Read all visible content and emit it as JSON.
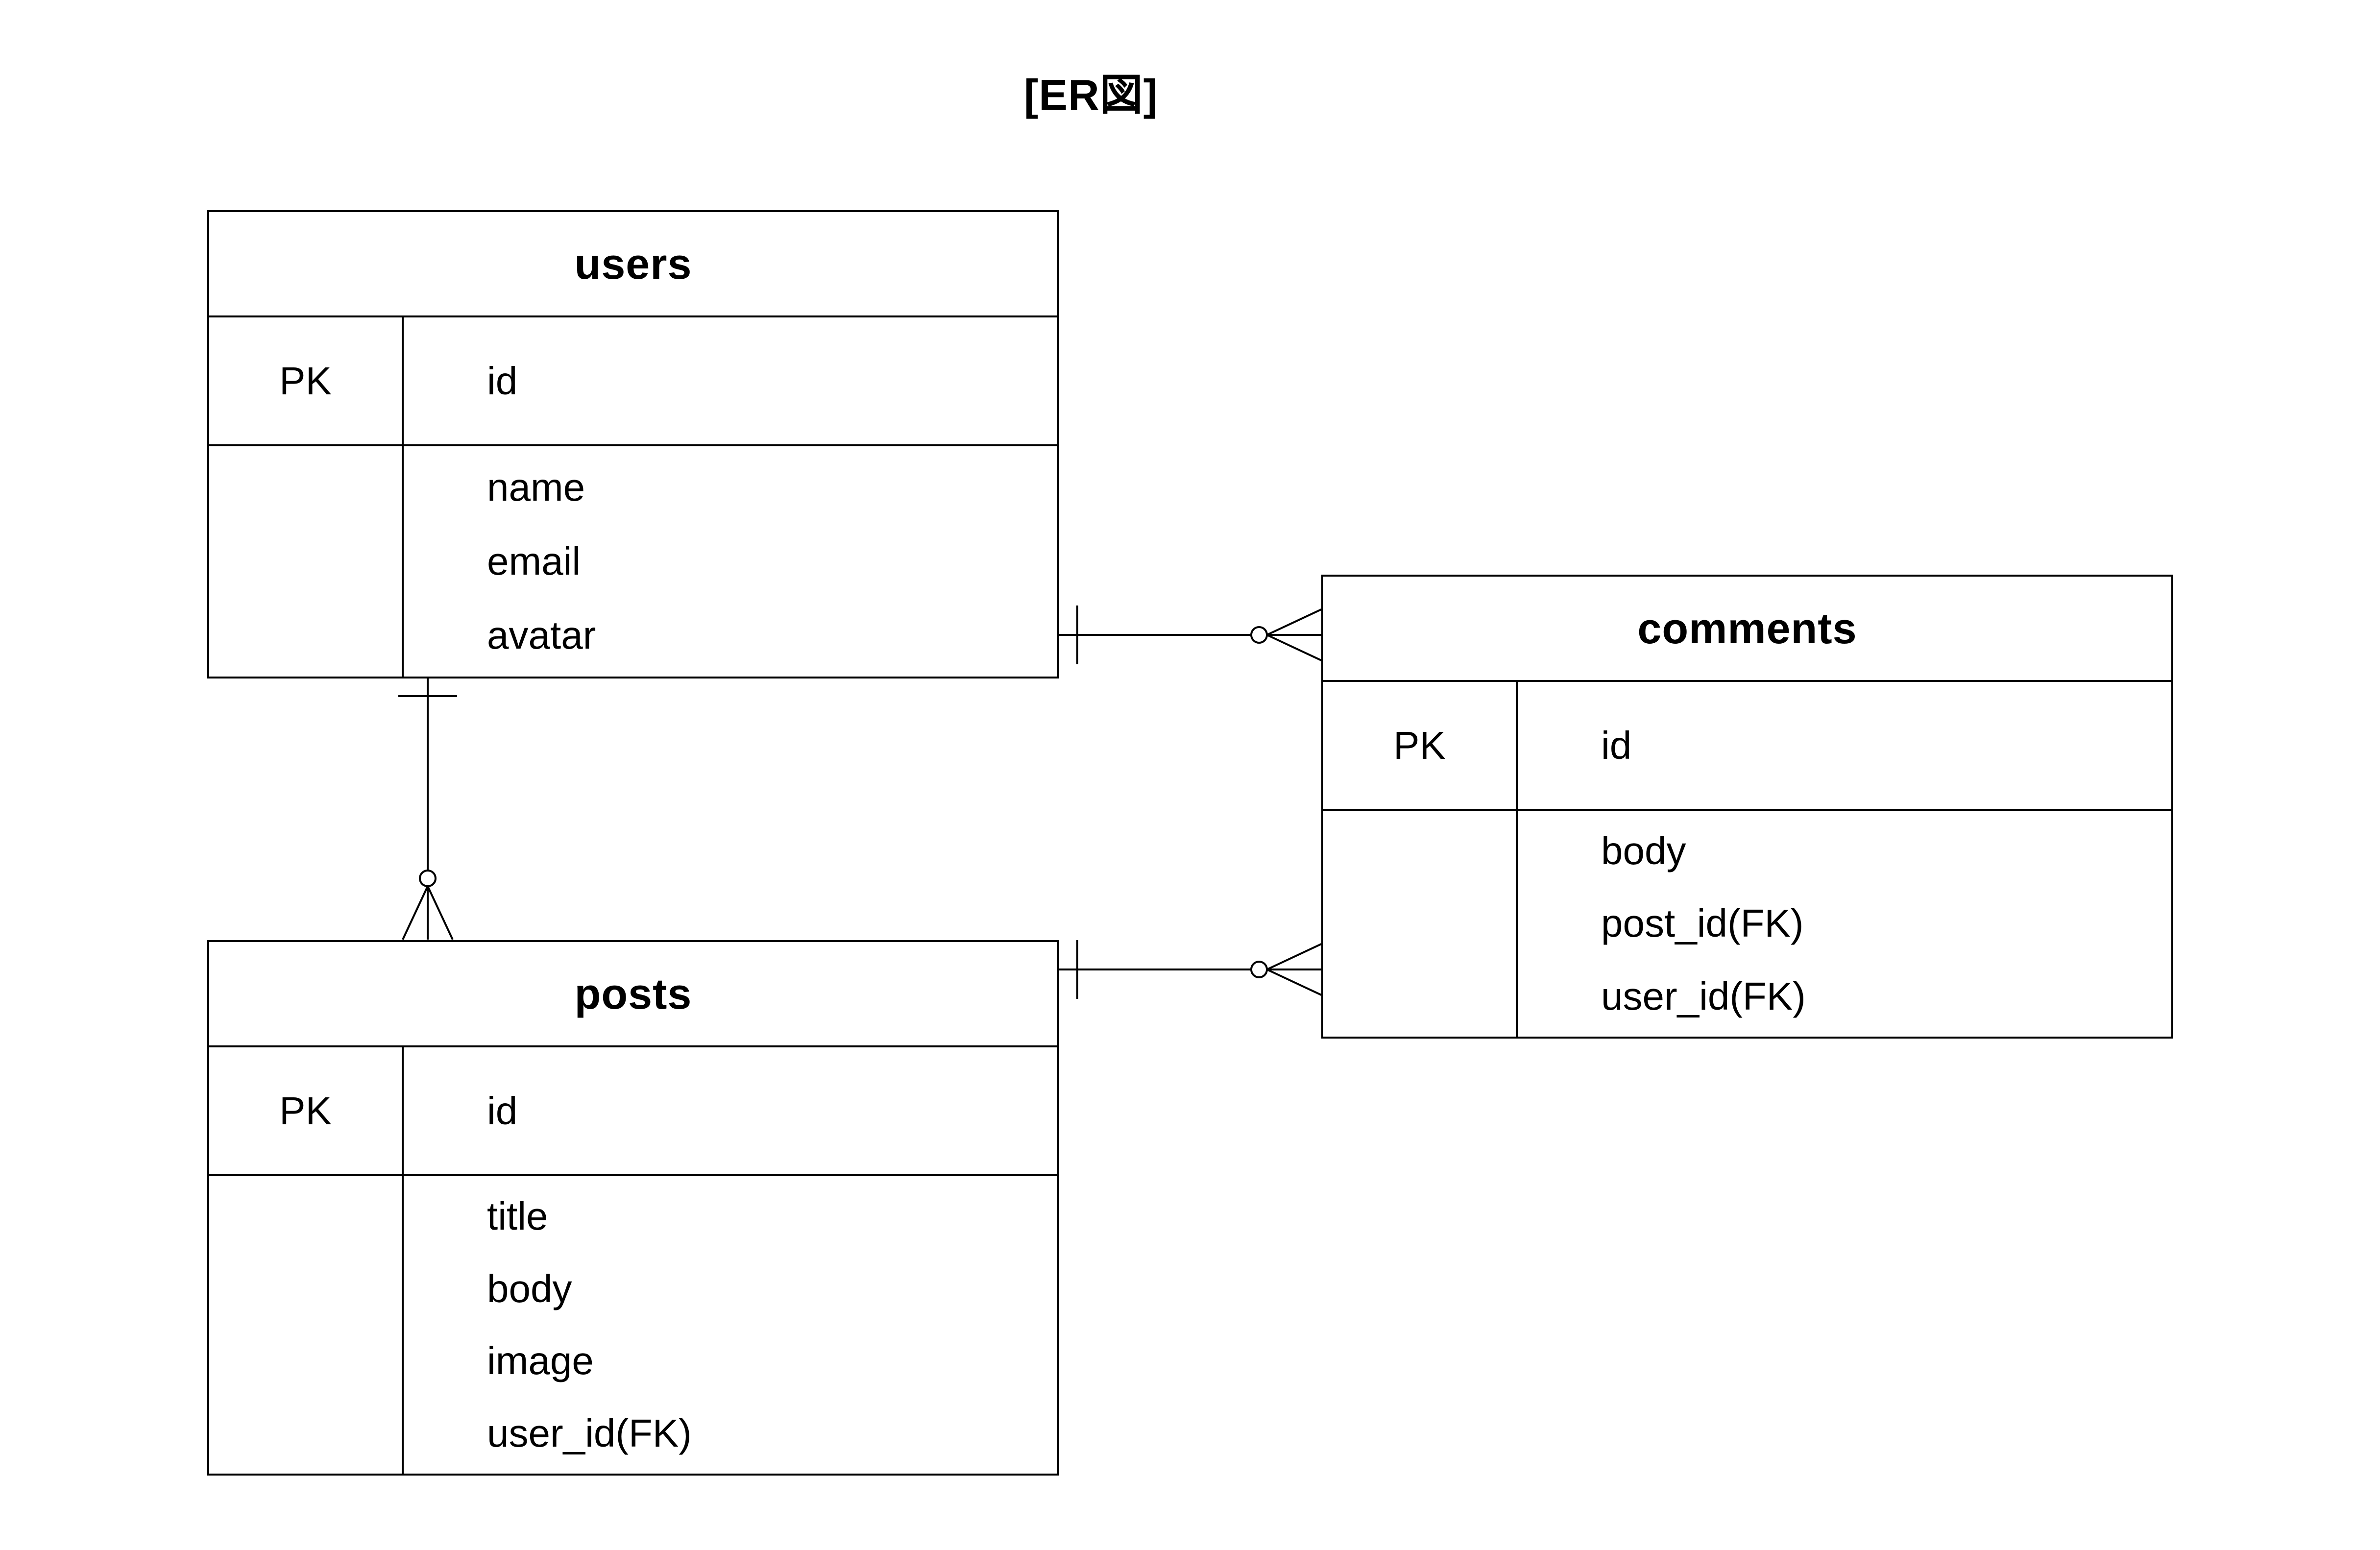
{
  "title": "[ER図]",
  "entities": [
    {
      "name": "users",
      "pk_label": "PK",
      "pk_field": "id",
      "attributes": [
        "name",
        "email",
        "avatar"
      ]
    },
    {
      "name": "posts",
      "pk_label": "PK",
      "pk_field": "id",
      "attributes": [
        "title",
        "body",
        "image",
        "user_id(FK)"
      ]
    },
    {
      "name": "comments",
      "pk_label": "PK",
      "pk_field": "id",
      "attributes": [
        "body",
        "post_id(FK)",
        "user_id(FK)"
      ]
    }
  ],
  "relationships": [
    {
      "from": "users",
      "to": "posts",
      "from_cardinality": "one",
      "to_cardinality": "zero-or-many"
    },
    {
      "from": "users",
      "to": "comments",
      "from_cardinality": "one",
      "to_cardinality": "zero-or-many"
    },
    {
      "from": "posts",
      "to": "comments",
      "from_cardinality": "one",
      "to_cardinality": "zero-or-many"
    }
  ],
  "colors": {
    "background": "#ffffff",
    "line": "#000000",
    "text": "#000000"
  }
}
